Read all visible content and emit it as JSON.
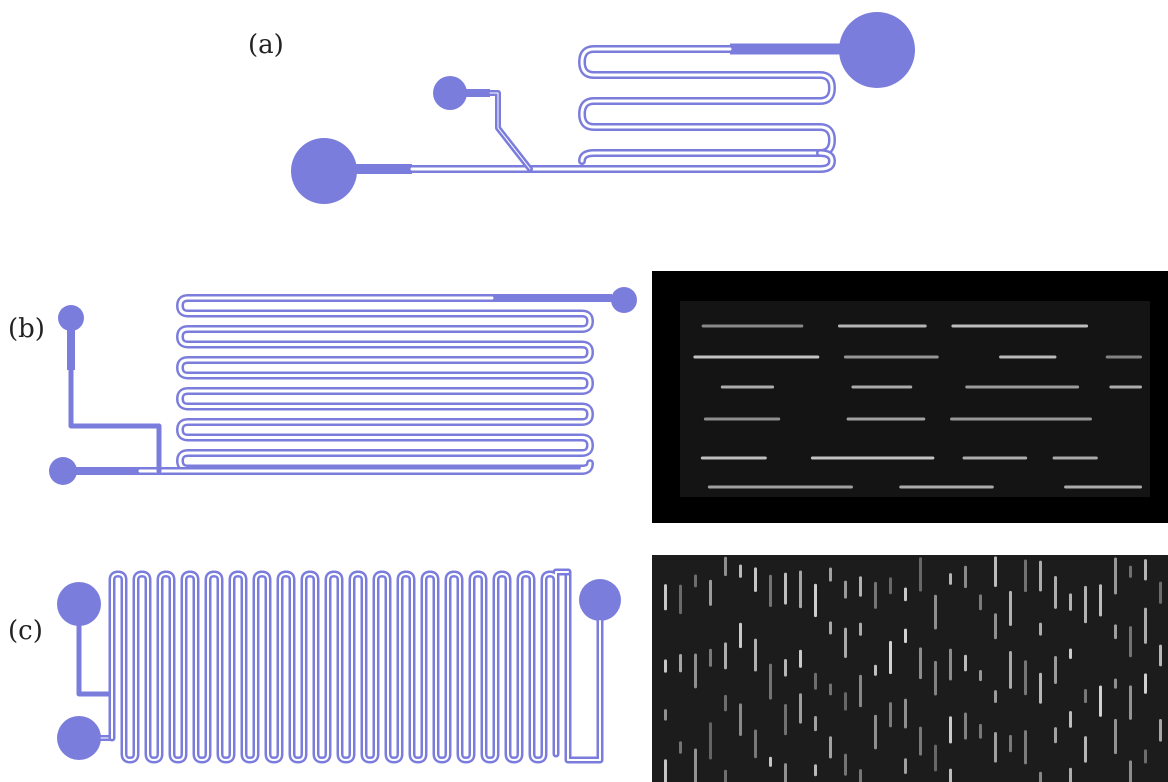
{
  "labels": {
    "a": "(a)",
    "b": "(b)",
    "c": "(c)"
  },
  "colors": {
    "channel": "#7b7ddc",
    "micrograph_bg": "#000000",
    "streak": "#e8e8e8"
  },
  "panels": {
    "a": {
      "meander_turns": 5
    },
    "b": {
      "meander_turns": 12
    },
    "c": {
      "meander_columns": 38
    }
  }
}
